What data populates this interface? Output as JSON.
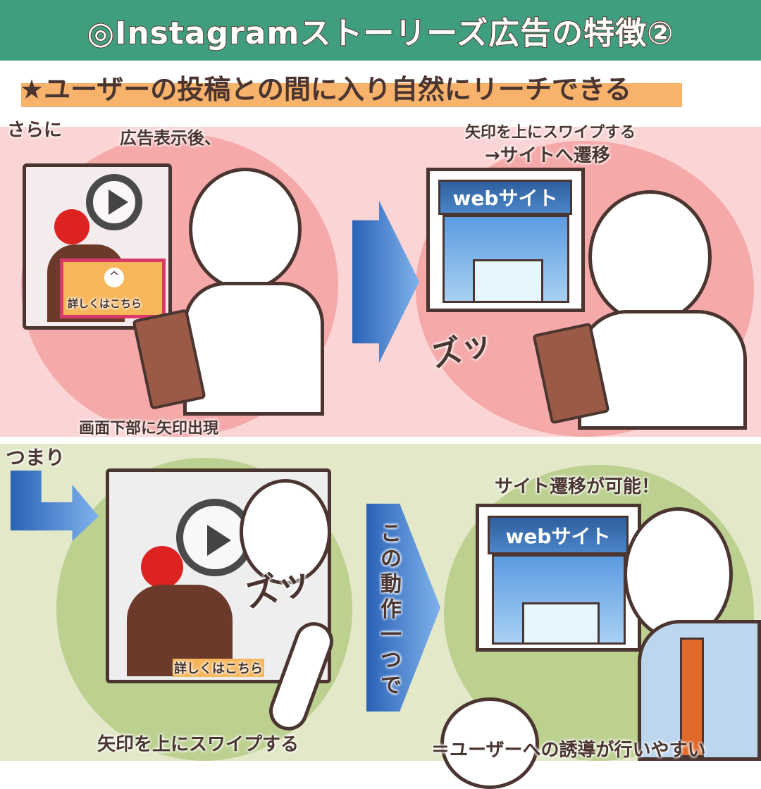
{
  "header": {
    "title": "◎Instagramストーリーズ広告の特徴②",
    "subtitle": "★ユーザーの投稿との間に入り自然にリーチできる"
  },
  "top_panel": {
    "intro": "さらに",
    "caption_left": "広告表示後、",
    "cta_label": "詳しくはこちら",
    "caption_bottom": "画面下部に矢印出現",
    "caption_right_line1": "矢印を上にスワイプする",
    "caption_right_line2": "→サイトへ遷移",
    "site_label": "webサイト",
    "sfx": "ズッ"
  },
  "bottom_panel": {
    "intro": "つまり",
    "cta_label": "詳しくはこちら",
    "sfx": "ズッ",
    "caption_left": "矢印を上にスワイプする",
    "arrow_text": "この動作一つで",
    "caption_right": "サイト遷移が可能！",
    "site_label": "webサイト",
    "conclusion": "＝ユーザーへの誘導が行いやすい"
  }
}
